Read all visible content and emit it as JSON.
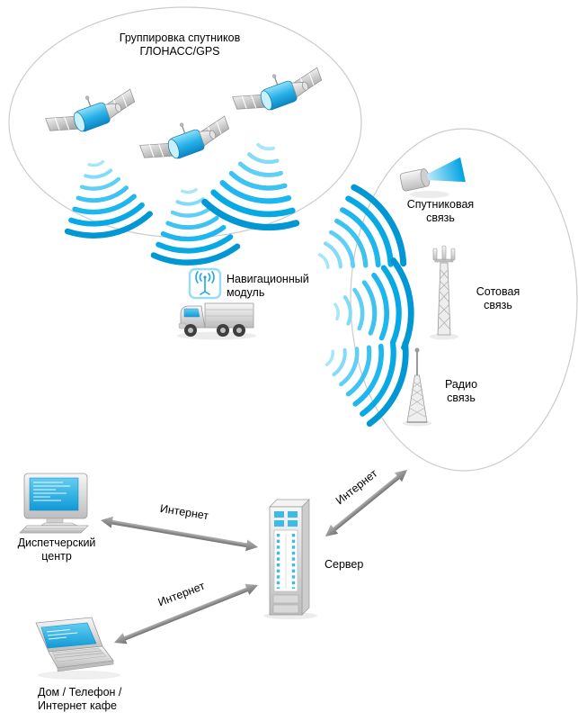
{
  "diagram": {
    "satellite_group_label": {
      "line1": "Группировка спутников",
      "line2": "ГЛОНАСС/GPS"
    },
    "comm_labels": {
      "satellite": {
        "line1": "Спутниковая",
        "line2": "связь"
      },
      "cellular": {
        "line1": "Сотовая",
        "line2": "связь"
      },
      "radio": {
        "line1": "Радио",
        "line2": "связь"
      }
    },
    "nav_module_label": {
      "line1": "Навигационный",
      "line2": "модуль"
    },
    "dispatch_label": {
      "line1": "Диспетчерский",
      "line2": "центр"
    },
    "server_label": "Сервер",
    "home_label": {
      "line1": "Дом / Телефон /",
      "line2": "Интернет кафе"
    },
    "link_labels": {
      "dispatch_server": "Интернет",
      "server_comms": "Интернет",
      "home_server": "Интернет"
    },
    "icons": {
      "satellite": "satellite-icon",
      "satellite_dish": "satellite-dish-icon",
      "cell_tower": "cell-tower-icon",
      "radio_antenna": "radio-antenna-icon",
      "truck": "truck-icon",
      "nav_module": "nav-module-icon",
      "desktop_computer": "desktop-computer-icon",
      "server_tower": "server-tower-icon",
      "laptop": "laptop-icon",
      "signal_waves": "signal-waves-icon",
      "double_arrow": "double-arrow-icon"
    },
    "colors": {
      "wave": "#00AEEF",
      "screen": "#2FB4E9",
      "arrow": "#8C8C8C",
      "ellipse_stroke": "#CCCCCC",
      "text": "#000000"
    }
  }
}
